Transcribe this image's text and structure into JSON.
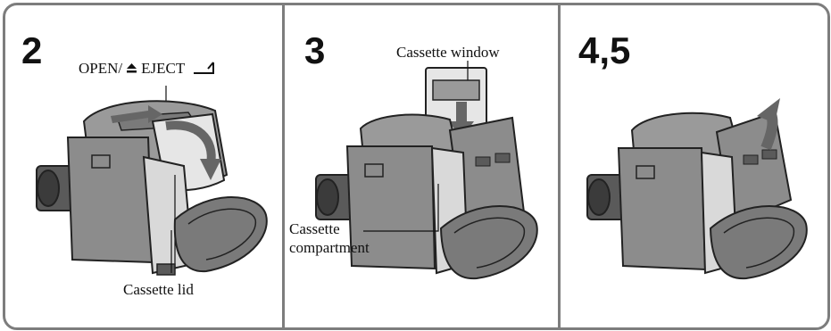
{
  "panels": [
    {
      "step": "2",
      "labels": {
        "open_prefix": "OPEN/",
        "eject": "EJECT",
        "cassette_lid": "Cassette lid"
      },
      "icons": [
        "eject-icon",
        "tape-end-icon"
      ]
    },
    {
      "step": "3",
      "labels": {
        "cassette_window": "Cassette window",
        "cassette_compartment_line1": "Cassette",
        "cassette_compartment_line2": "compartment"
      }
    },
    {
      "step": "4,5"
    }
  ],
  "colors": {
    "frame": "#7d7d7d",
    "body_dark": "#5a5a5a",
    "body_mid": "#8c8c8c",
    "body_light": "#c4c4c4",
    "arrow": "#6e6e6e"
  }
}
